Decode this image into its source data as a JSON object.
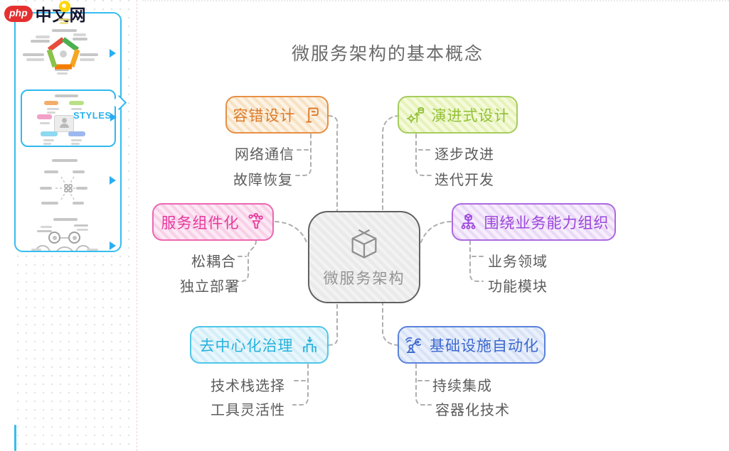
{
  "brand": {
    "badge": "php",
    "name": "中文网",
    "lamp_icon": "lamp-icon"
  },
  "sidebar": {
    "thumbnails": [
      {
        "name": "pentagon-template"
      },
      {
        "name": "styles-template",
        "label": "STYLES"
      },
      {
        "name": "radial-template"
      },
      {
        "name": "faces-template"
      }
    ]
  },
  "mindmap": {
    "title": "微服务架构的基本概念",
    "center": {
      "label": "微服务架构",
      "icon": "open-cube-icon"
    },
    "branches": [
      {
        "label": "容错设计",
        "icon": "flag-icon",
        "children": [
          "网络通信",
          "故障恢复"
        ],
        "color": "#dc7a28",
        "border": "#e78f44",
        "bg": "#fdf3e5",
        "stripe": "#f7e1c3"
      },
      {
        "label": "演进式设计",
        "icon": "evolution-icon",
        "children": [
          "逐步改进",
          "迭代开发"
        ],
        "color": "#92c036",
        "border": "#a6cc5d",
        "bg": "#f4fada",
        "stripe": "#e6f2ba"
      },
      {
        "label": "服务组件化",
        "icon": "molecule-icon",
        "children": [
          "松耦合",
          "独立部署"
        ],
        "color": "#e73a9d",
        "border": "#ec67b2",
        "bg": "#fce9f4",
        "stripe": "#f8cfe8"
      },
      {
        "label": "围绕业务能力组织",
        "icon": "org-cube-icon",
        "children": [
          "业务领域",
          "功能模块"
        ],
        "color": "#9b45dc",
        "border": "#ac69e2",
        "bg": "#f6eefc",
        "stripe": "#ead8f7"
      },
      {
        "label": "去中心化治理",
        "icon": "decentral-icon",
        "children": [
          "技术栈选择",
          "工具灵活性"
        ],
        "color": "#27b2dd",
        "border": "#4ec7e8",
        "bg": "#e9f7fc",
        "stripe": "#d3eef9"
      },
      {
        "label": "基础设施自动化",
        "icon": "robot-arm-icon",
        "children": [
          "持续集成",
          "容器化技术"
        ],
        "color": "#3c68cf",
        "border": "#5a82dc",
        "bg": "#eaf0fb",
        "stripe": "#d8e2f6"
      }
    ]
  }
}
